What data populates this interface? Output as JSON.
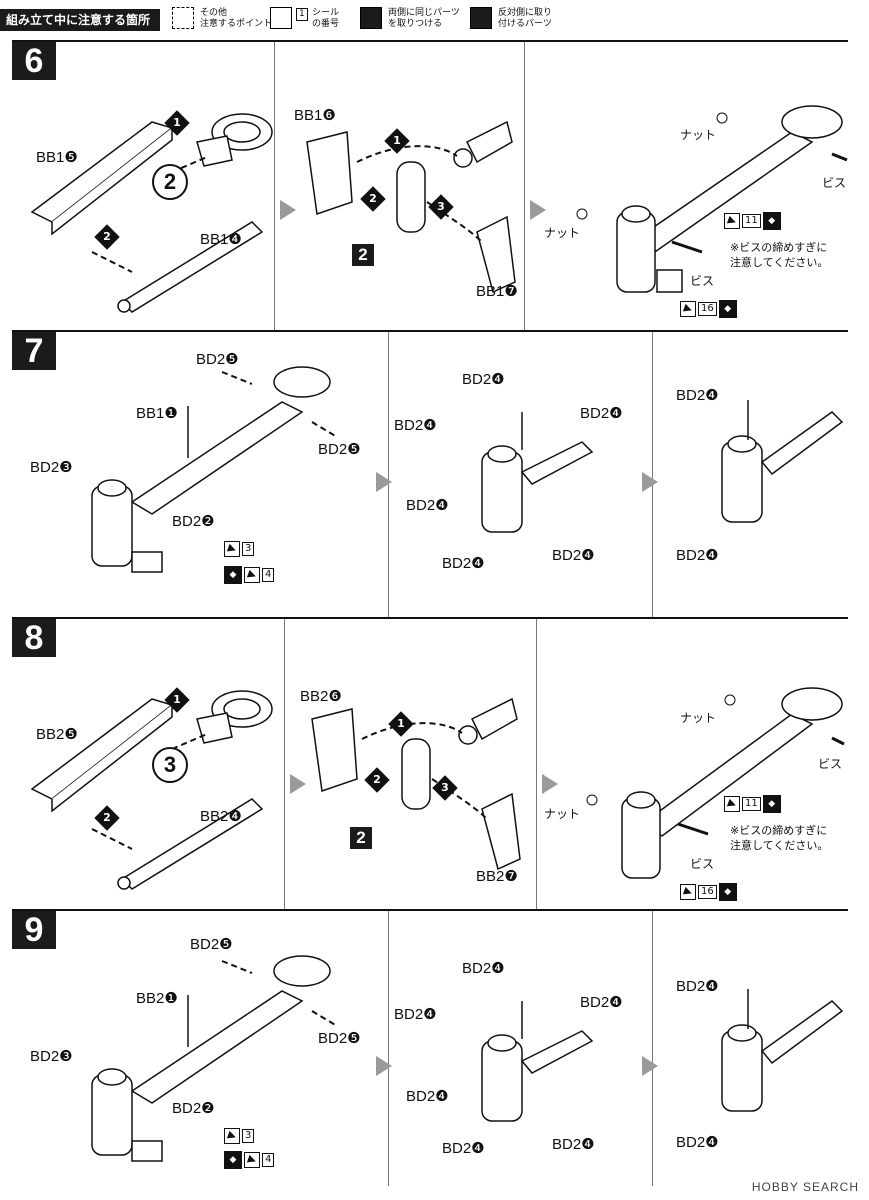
{
  "legend": {
    "title": "組み立て中に注意する箇所",
    "other_note": "その他\n注意するポイント",
    "sticker_number": "1",
    "sticker_label": "シール\nの番号",
    "both_same": "両側に同じパーツ\nを取りつける",
    "opposite": "反対側に取り\n付けるパーツ"
  },
  "steps": [
    {
      "num": "6",
      "labels": {
        "bb15": "BB1❺",
        "bb14": "BB1❹",
        "circ": "2",
        "bb16": "BB1❻",
        "sq": "2",
        "bb17": "BB1❼",
        "nut1": "ナット",
        "nut2": "ナット",
        "bis1": "ビス",
        "bis2": "ビス",
        "warn": "※ビスの締めすぎに\n注意してください。",
        "st1": "11",
        "st2": "16"
      }
    },
    {
      "num": "7",
      "labels": {
        "bd25": "BD2❺",
        "bb11": "BB1❶",
        "bd25b": "BD2❺",
        "bd23": "BD2❸",
        "bd22": "BD2❷",
        "st3": "3",
        "st4": "4",
        "bd24a": "BD2❹",
        "bd24b": "BD2❹",
        "bd24c": "BD2❹",
        "bd24d": "BD2❹",
        "bd24e": "BD2❹",
        "bd24f": "BD2❹",
        "bd24g": "BD2❹",
        "bd24h": "BD2❹"
      }
    },
    {
      "num": "8",
      "labels": {
        "bb25": "BB2❺",
        "bb24": "BB2❹",
        "circ": "3",
        "bb26": "BB2❻",
        "sq": "2",
        "bb27": "BB2❼",
        "nut1": "ナット",
        "nut2": "ナット",
        "bis1": "ビス",
        "bis2": "ビス",
        "warn": "※ビスの締めすぎに\n注意してください。",
        "st1": "11",
        "st2": "16"
      }
    },
    {
      "num": "9",
      "labels": {
        "bd25": "BD2❺",
        "bb21": "BB2❶",
        "bd25b": "BD2❺",
        "bd23": "BD2❸",
        "bd22": "BD2❷",
        "st3": "3",
        "st4": "4",
        "bd24a": "BD2❹",
        "bd24b": "BD2❹",
        "bd24c": "BD2❹",
        "bd24d": "BD2❹",
        "bd24e": "BD2❹",
        "bd24f": "BD2❹",
        "bd24g": "BD2❹",
        "bd24h": "BD2❹"
      }
    }
  ],
  "order_marks": [
    "1",
    "2",
    "3"
  ],
  "footer": "HOBBY SEARCH",
  "colors": {
    "ink": "#111111",
    "arrow": "#9a9a9a",
    "panel_bg": "#ffffff"
  }
}
